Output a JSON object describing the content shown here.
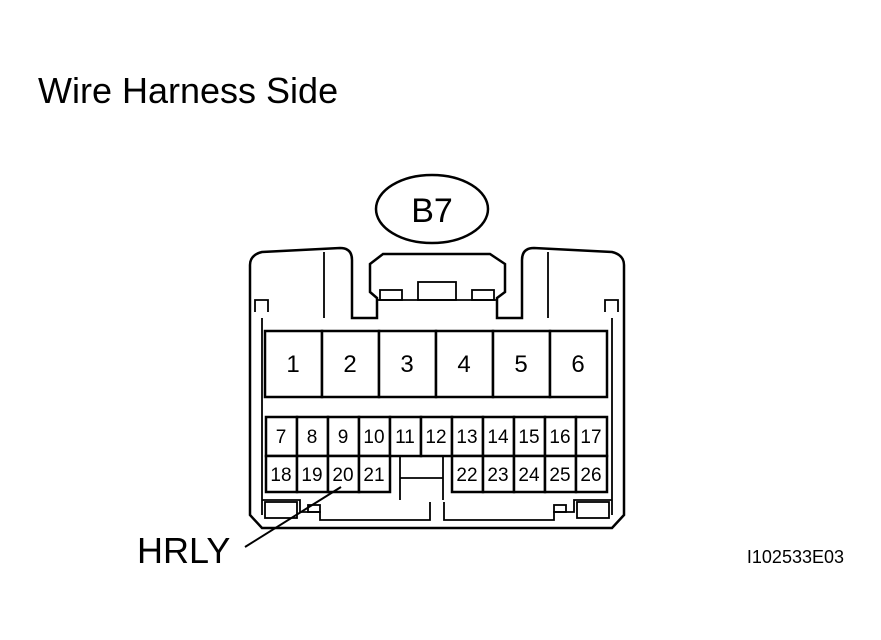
{
  "title": "Wire Harness Side",
  "connector": {
    "id": "B7",
    "top_row": [
      "1",
      "2",
      "3",
      "4",
      "5",
      "6"
    ],
    "middle_row": [
      "7",
      "8",
      "9",
      "10",
      "11",
      "12",
      "13",
      "14",
      "15",
      "16",
      "17"
    ],
    "bottom_left": [
      "18",
      "19",
      "20",
      "21"
    ],
    "bottom_right": [
      "22",
      "23",
      "24",
      "25",
      "26"
    ]
  },
  "callout": {
    "label": "HRLY",
    "terminal": "20"
  },
  "reference_code": "I102533E03"
}
